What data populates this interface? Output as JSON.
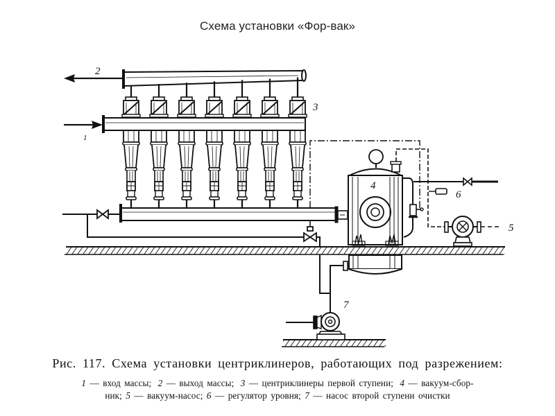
{
  "slide": {
    "title": "Схема установки «Фор-вак»"
  },
  "diagram": {
    "description": "Centricleaner installation working under vacuum",
    "centricleaner_count": 7,
    "labels": {
      "inlet": "1",
      "outlet": "2",
      "centricleaners": "3",
      "vacuum_collector": "4",
      "vacuum_pump": "5",
      "level_regulator": "6",
      "second_stage_pump": "7"
    },
    "colors": {
      "ink": "#111111",
      "background": "#ffffff"
    }
  },
  "caption": {
    "title": "Рис. 117. Схема установки центриклинеров, работающих под разрежением:",
    "legend": [
      {
        "num": "1",
        "text": "вход массы;"
      },
      {
        "num": "2",
        "text": "выход массы;"
      },
      {
        "num": "3",
        "text": "центриклинеры первой ступени;"
      },
      {
        "num": "4",
        "text": "вакуум-сбор-"
      },
      {
        "num": "",
        "text": "ник;"
      },
      {
        "num": "5",
        "text": "вакуум-насос;"
      },
      {
        "num": "6",
        "text": "регулятор уровня;"
      },
      {
        "num": "7",
        "text": "насос второй ступени очистки"
      }
    ],
    "dash": "—"
  }
}
